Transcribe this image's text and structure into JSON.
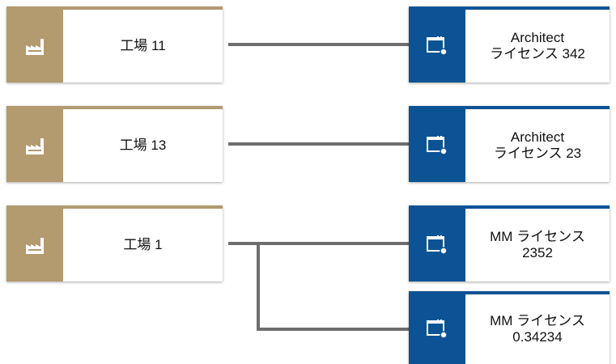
{
  "colors": {
    "factory_accent": "#b39a6f",
    "license_accent": "#0b5394",
    "connector": "#6e6e6e"
  },
  "factories": [
    {
      "label": "工場 11",
      "icon": "factory-icon"
    },
    {
      "label": "工場 13",
      "icon": "factory-icon"
    },
    {
      "label": "工場 1",
      "icon": "factory-icon"
    }
  ],
  "licenses": [
    {
      "line1": "Architect",
      "line2": "ライセンス 342",
      "icon": "application-window-icon"
    },
    {
      "line1": "Architect",
      "line2": "ライセンス 23",
      "icon": "application-window-icon"
    },
    {
      "line1": "MM ライセンス",
      "line2": "2352",
      "icon": "application-window-icon"
    },
    {
      "line1": "MM ライセンス",
      "line2": "0.34234",
      "icon": "application-window-icon"
    }
  ]
}
